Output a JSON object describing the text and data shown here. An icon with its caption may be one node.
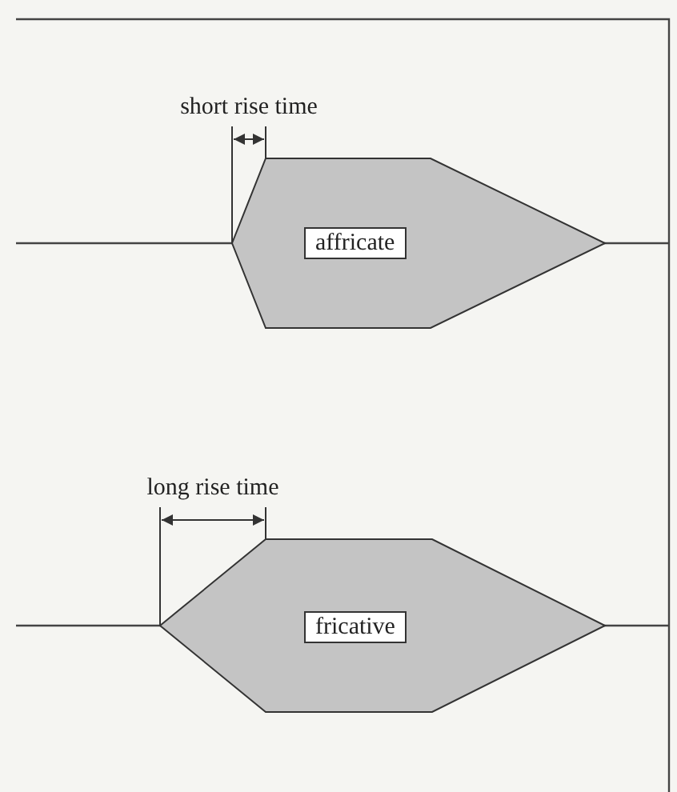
{
  "diagram": {
    "nodes": [
      {
        "text": [
          "affricate"
        ]
      },
      {
        "text": [
          "fricative"
        ]
      }
    ],
    "labels": [
      "short rise time",
      "long rise time"
    ]
  }
}
